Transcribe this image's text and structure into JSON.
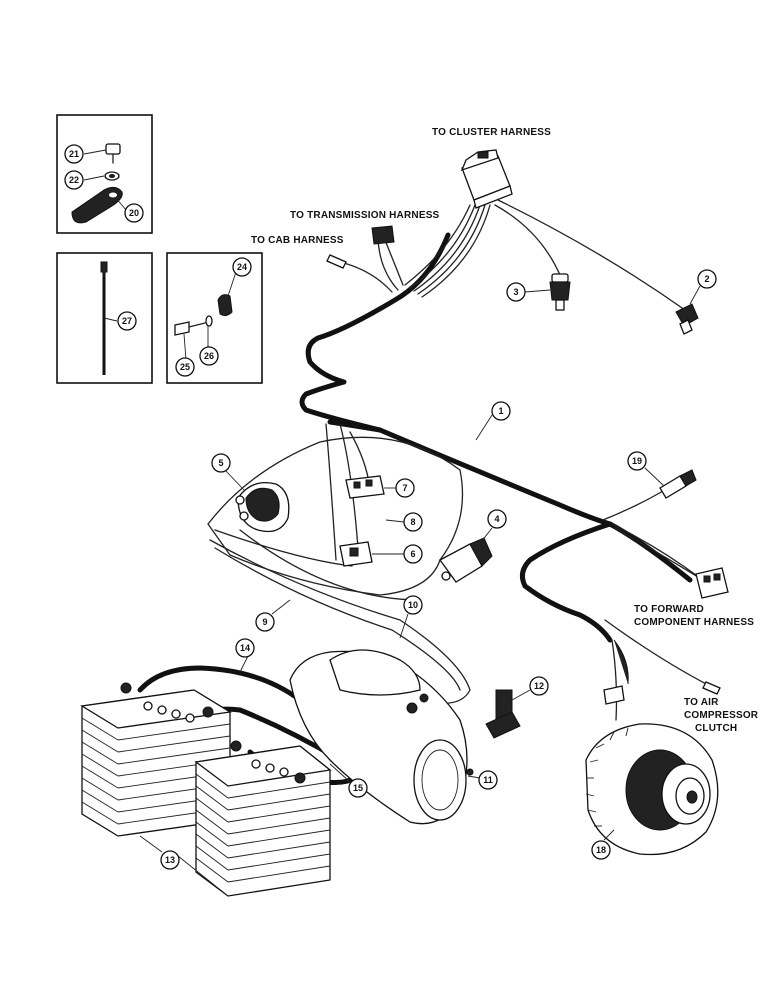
{
  "labels": {
    "cluster": "TO CLUSTER HARNESS",
    "transmission": "TO TRANSMISSION HARNESS",
    "cab": "TO CAB HARNESS",
    "forward1": "TO FORWARD",
    "forward2": "COMPONENT HARNESS",
    "air1": "TO AIR",
    "air2": "COMPRESSOR",
    "air3": "CLUTCH"
  },
  "callouts": [
    "1",
    "2",
    "3",
    "4",
    "5",
    "6",
    "7",
    "8",
    "9",
    "10",
    "11",
    "12",
    "13",
    "14",
    "15",
    "18",
    "19",
    "20",
    "21",
    "22",
    "24",
    "25",
    "26",
    "27"
  ]
}
